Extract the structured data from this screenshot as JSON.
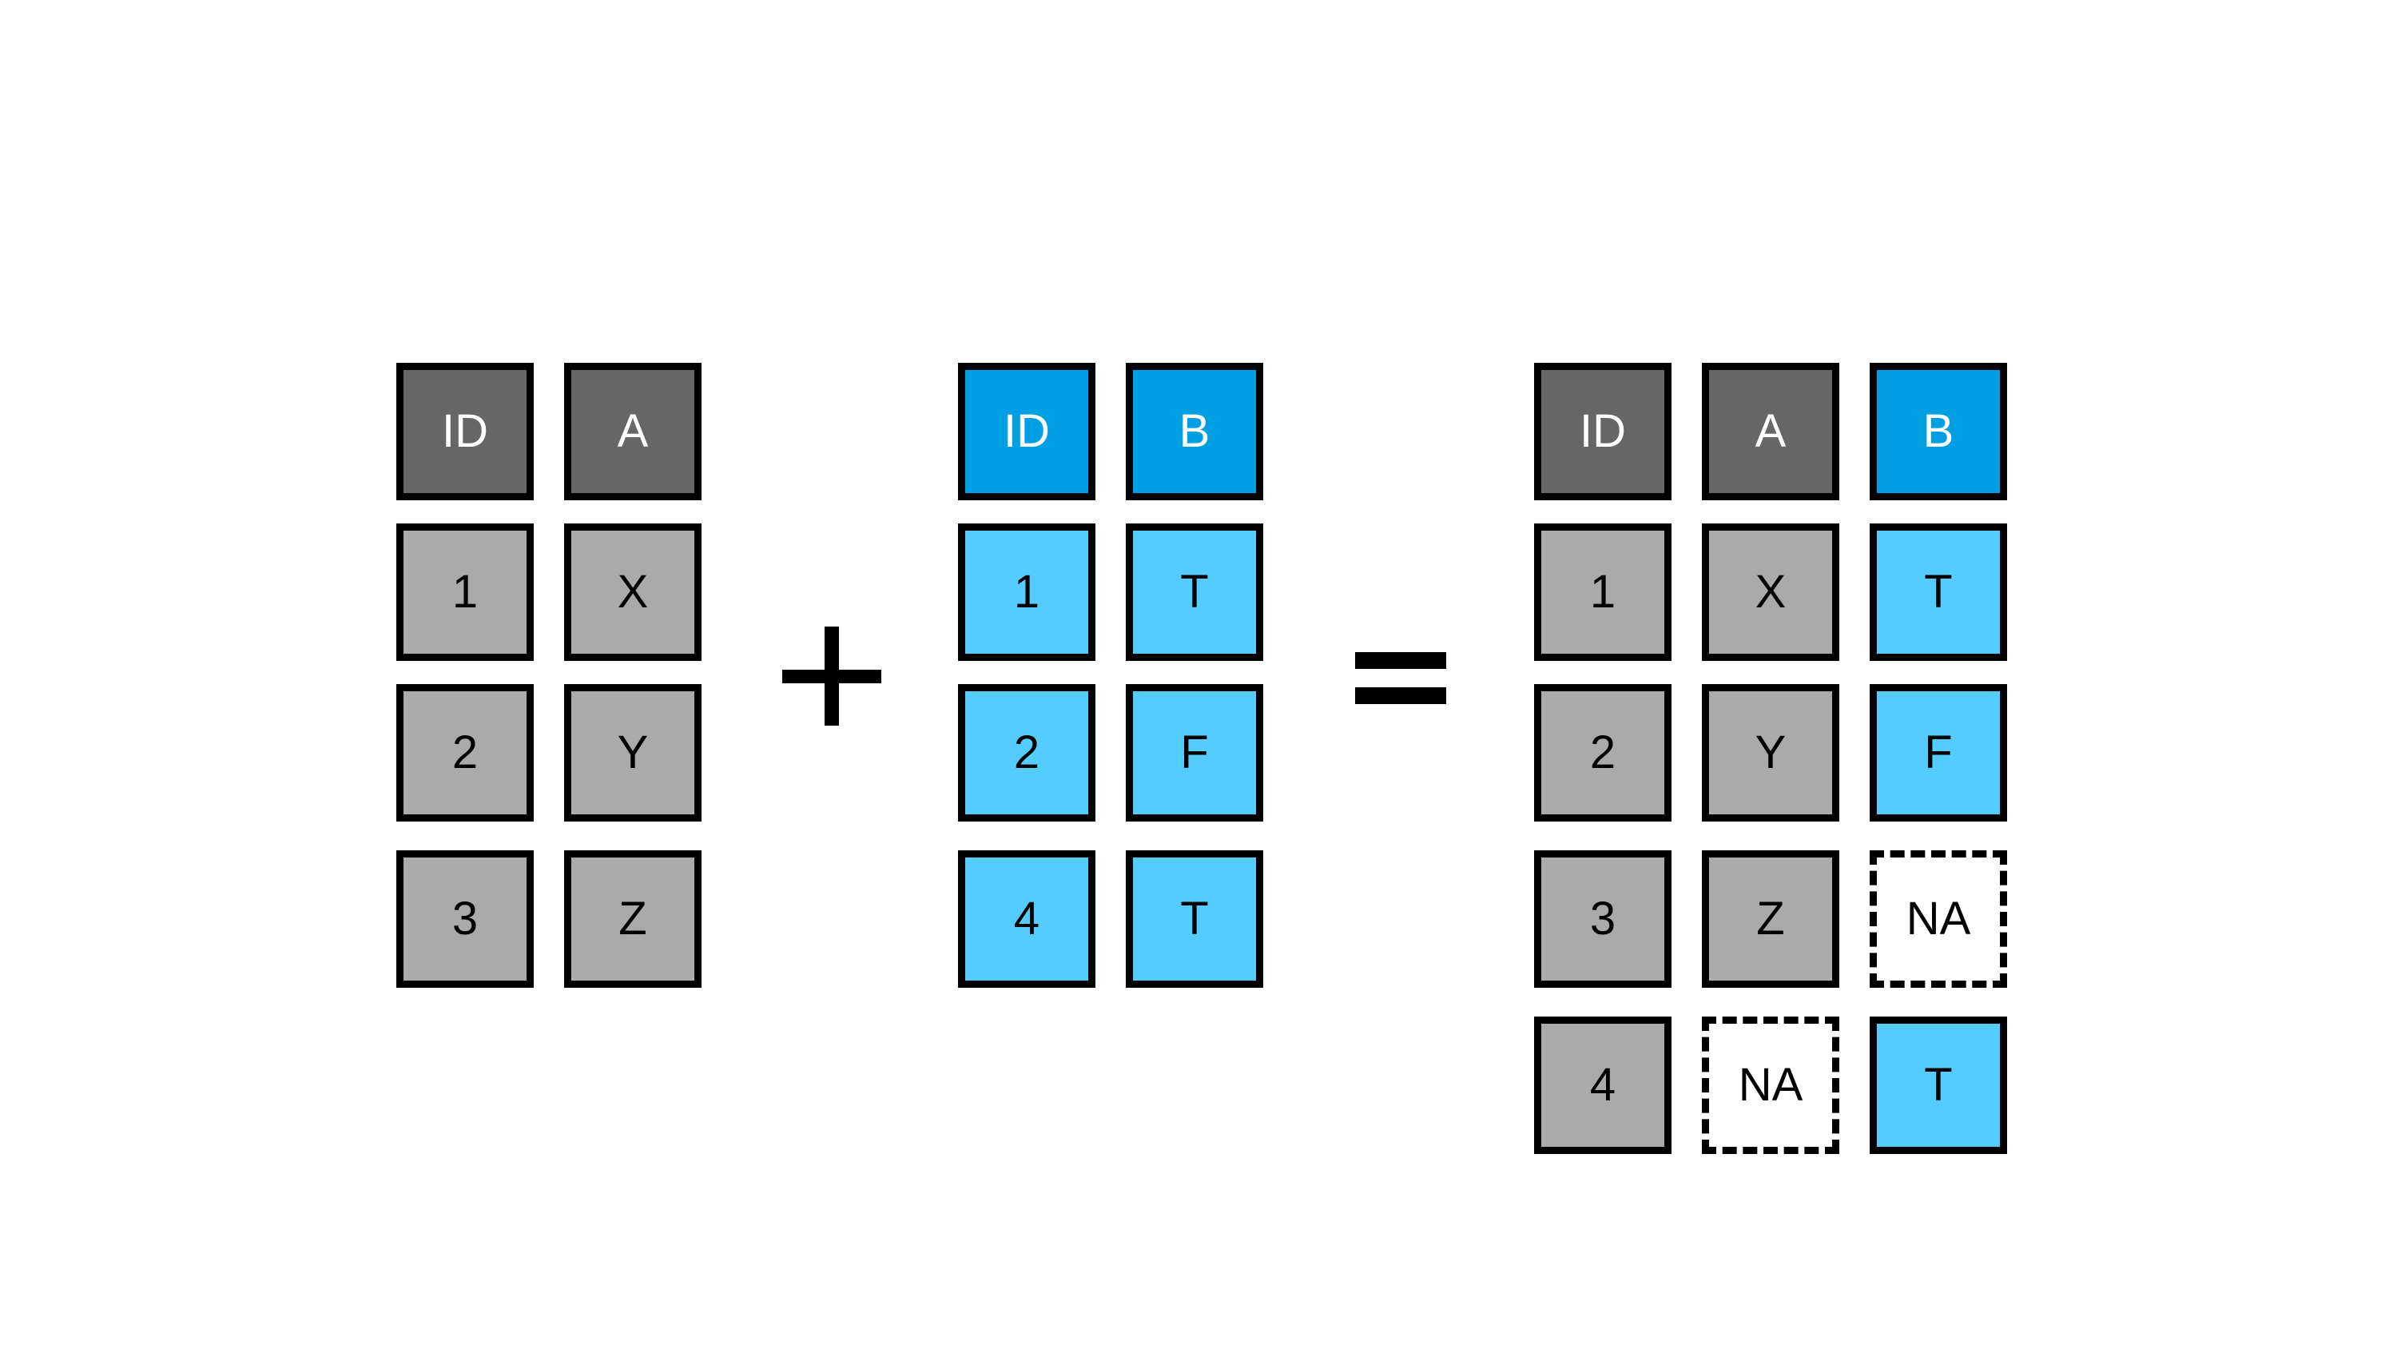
{
  "table_left": {
    "headers": [
      "ID",
      "A"
    ],
    "rows": [
      [
        "1",
        "X"
      ],
      [
        "2",
        "Y"
      ],
      [
        "3",
        "Z"
      ]
    ],
    "colors": {
      "header": "#666666",
      "cell": "#aaaaaa"
    }
  },
  "table_right": {
    "headers": [
      "ID",
      "B"
    ],
    "rows": [
      [
        "1",
        "T"
      ],
      [
        "2",
        "F"
      ],
      [
        "4",
        "T"
      ]
    ],
    "colors": {
      "header": "#009fe3",
      "cell": "#55ccff"
    }
  },
  "table_result": {
    "headers": [
      "ID",
      "A",
      "B"
    ],
    "rows": [
      [
        "1",
        "X",
        "T"
      ],
      [
        "2",
        "Y",
        "F"
      ],
      [
        "3",
        "Z",
        "NA"
      ],
      [
        "4",
        "NA",
        "T"
      ]
    ]
  },
  "operators": {
    "plus": "plus-sign",
    "equals": "equals-sign"
  }
}
